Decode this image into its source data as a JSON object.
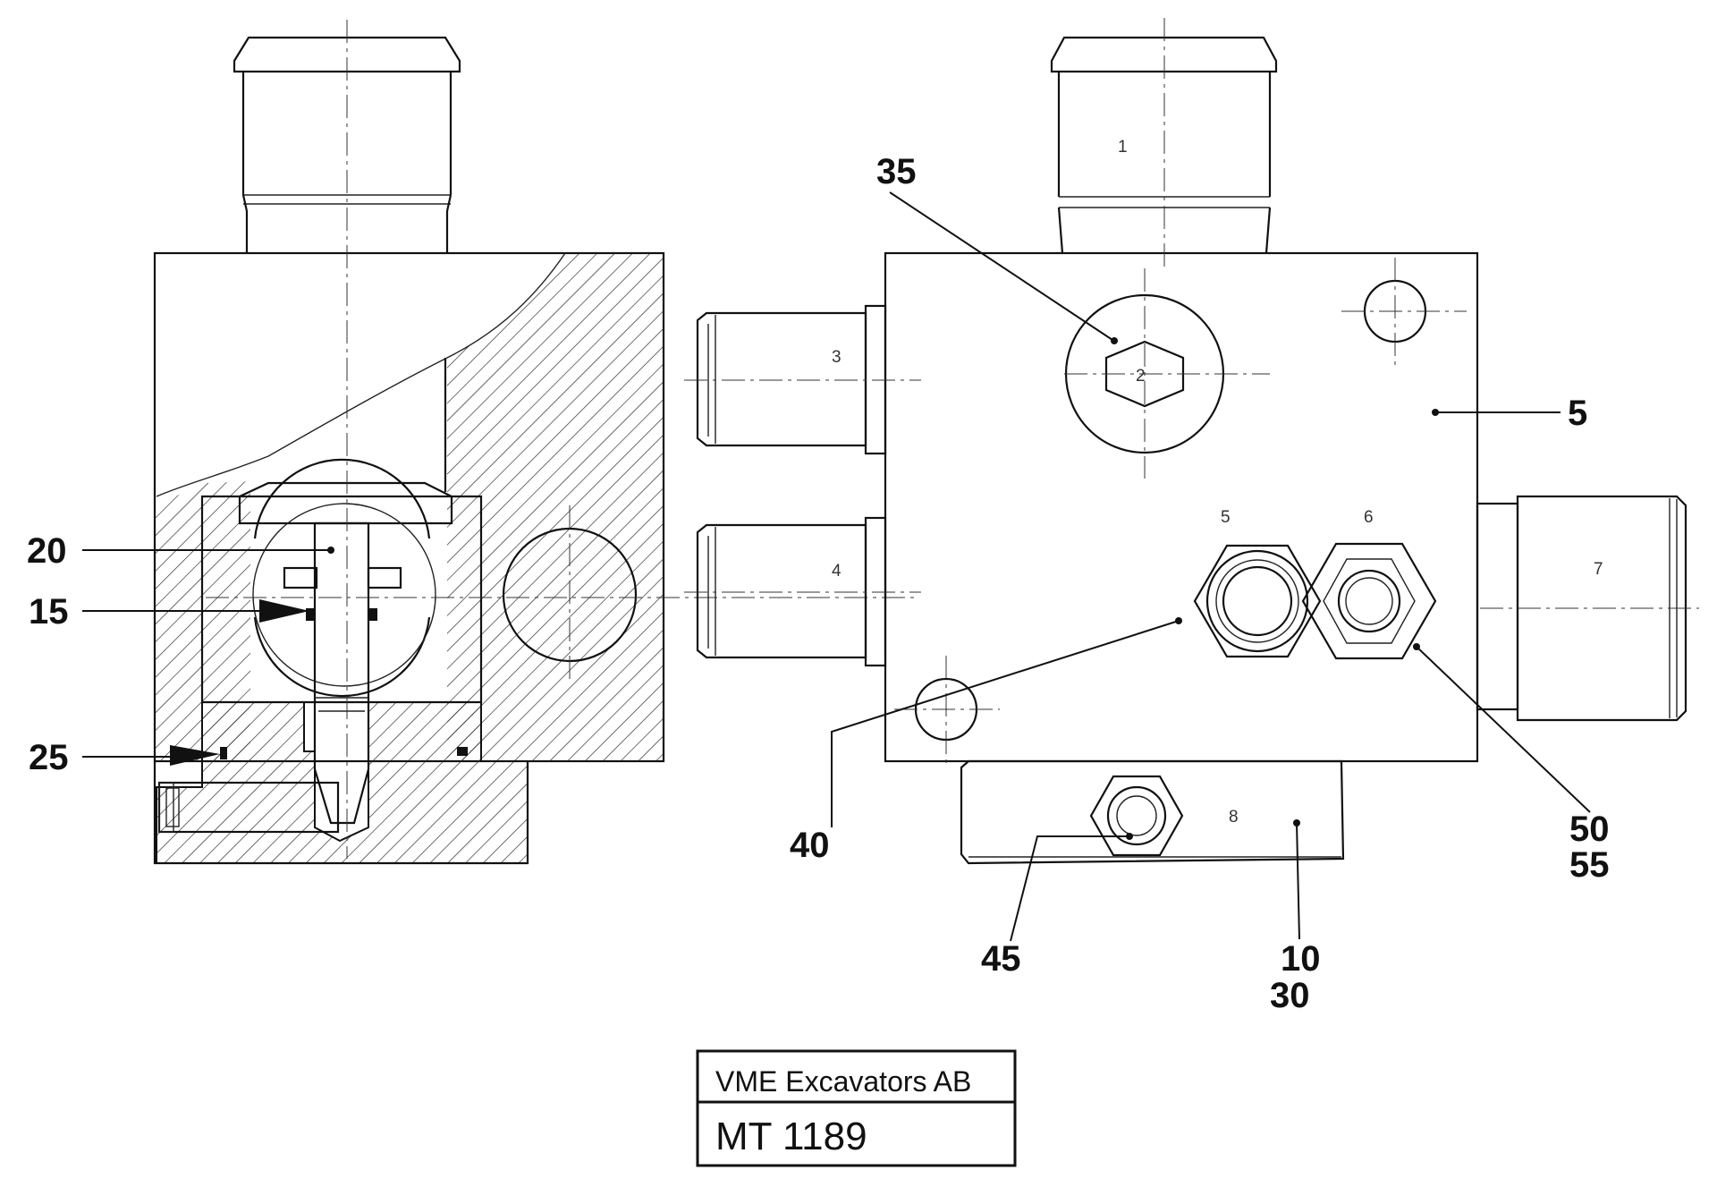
{
  "callouts": {
    "c20": "20",
    "c15": "15",
    "c25": "25",
    "c35": "35",
    "c5": "5",
    "c40": "40",
    "c45": "45",
    "c50": "50",
    "c55": "55",
    "c10": "10",
    "c30": "30"
  },
  "ports": {
    "p1": "1",
    "p2": "2",
    "p3": "3",
    "p4": "4",
    "p5": "5",
    "p6": "6",
    "p7": "7",
    "p8": "8"
  },
  "title_block": {
    "company": "VME Excavators AB",
    "code": "MT 1189"
  }
}
